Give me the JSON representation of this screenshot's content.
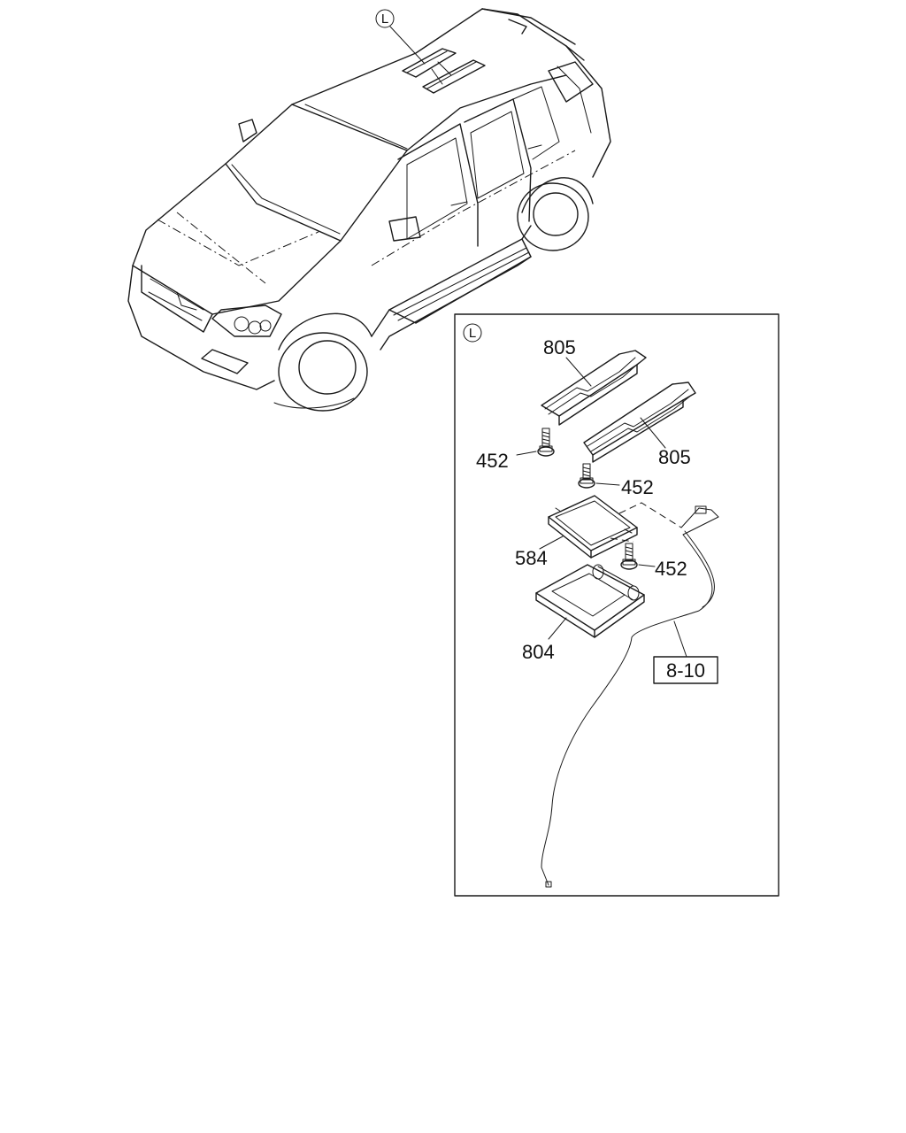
{
  "detail_marker": "L",
  "inset_marker": "L",
  "parts": {
    "strip_top": "805",
    "strip_right": "805",
    "screw_left": "452",
    "screw_middle": "452",
    "screw_lower": "452",
    "module": "584",
    "bezel": "804"
  },
  "reference_box": "8-10"
}
